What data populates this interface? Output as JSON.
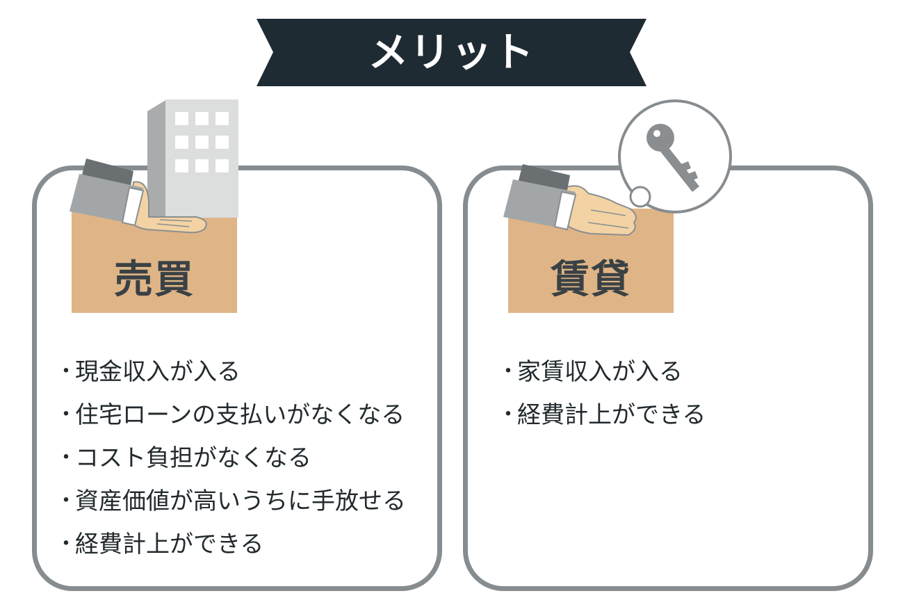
{
  "banner": {
    "title": "メリット",
    "color": "#1e2b33"
  },
  "colors": {
    "card_border": "#868c8f",
    "label_bg": "#dfb587",
    "text": "#222a2e"
  },
  "left_card": {
    "label": "売買",
    "icon": "building-handover-icon",
    "items": [
      "現金収入が入る",
      "住宅ローンの支払いがなくなる",
      "コスト負担がなくなる",
      "資産価値が高いうちに手放せる",
      "経費計上ができる"
    ]
  },
  "right_card": {
    "label": "賃貸",
    "icon": "key-handover-icon",
    "items": [
      "家賃収入が入る",
      "経費計上ができる"
    ]
  }
}
